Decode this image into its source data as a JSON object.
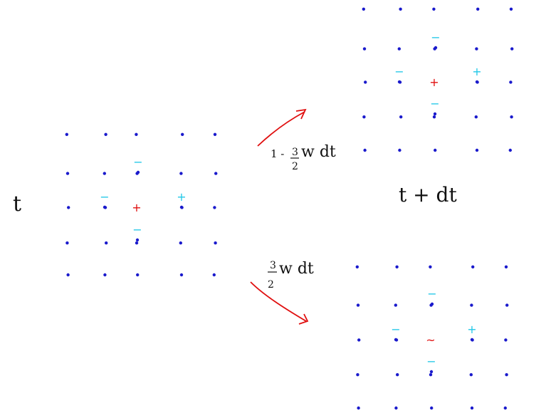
{
  "colors": {
    "dot": "#1a1acc",
    "cyan": "#22c8e8",
    "red": "#e01010",
    "ink": "#111111"
  },
  "labels": {
    "time_t": "t",
    "time_t_dt": "t + dt",
    "upper_arrow_prefix": "1 -",
    "upper_arrow_num": "3",
    "upper_arrow_den": "2",
    "upper_arrow_rest": "w dt",
    "lower_arrow_num": "3",
    "lower_arrow_den": "2",
    "lower_arrow_rest": "w dt"
  },
  "lattices": [
    {
      "id": "initial",
      "center_particle": "+",
      "neighbor_marks": {
        "top": "−",
        "left": "−",
        "bottom": "−",
        "right": "+"
      }
    },
    {
      "id": "stay",
      "center_particle": "+",
      "neighbor_marks": {
        "top": "−",
        "left": "−",
        "bottom": "−",
        "right": "+"
      }
    },
    {
      "id": "flip",
      "center_particle": "~",
      "neighbor_marks": {
        "top": "−",
        "left": "−",
        "bottom": "−",
        "right": "+"
      }
    }
  ]
}
